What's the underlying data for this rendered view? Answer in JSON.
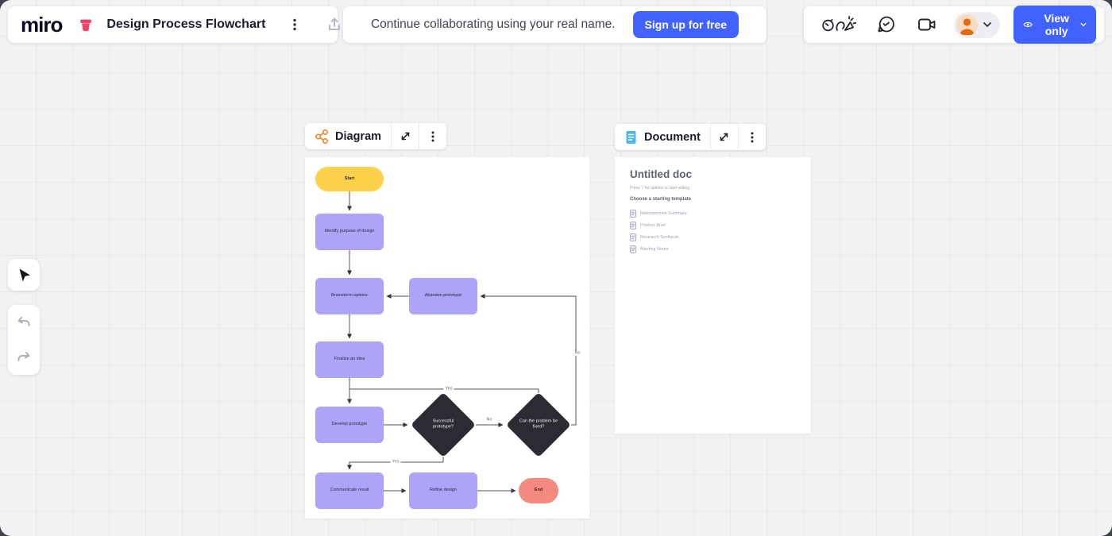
{
  "header": {
    "board": {
      "logo": "miro",
      "title": "Design Process Flowchart",
      "board_icon": "flowerpot-icon",
      "menu_icon": "kebab-menu-icon",
      "export_icon": "upload-icon"
    },
    "banner": {
      "message": "Continue collaborating using your real name.",
      "cta_label": "Sign up for free"
    },
    "actions": {
      "facilitation_icon": "timer-confetti-icon",
      "chat_icon": "chat-bubble-icon",
      "video_icon": "video-camera-icon",
      "avatar_icon": "user-avatar-icon",
      "view_only_label": "View only",
      "view_only_icon": "eye-icon"
    }
  },
  "toolbar": {
    "select_icon": "cursor-icon",
    "undo_icon": "undo-arrow-icon",
    "redo_icon": "redo-arrow-icon"
  },
  "frames": {
    "diagram": {
      "title": "Diagram",
      "frame_icon": "diagram-nodes-icon",
      "expand_icon": "expand-icon",
      "menu_icon": "kebab-menu-icon",
      "nodes": [
        {
          "id": "start",
          "type": "terminator",
          "label": "Start"
        },
        {
          "id": "identify",
          "type": "process",
          "label": "Identify purpose of design"
        },
        {
          "id": "brainstorm",
          "type": "process",
          "label": "Brainstorm options"
        },
        {
          "id": "abandon",
          "type": "process",
          "label": "Abandon prototype"
        },
        {
          "id": "finalize",
          "type": "process",
          "label": "Finalize an idea"
        },
        {
          "id": "develop",
          "type": "process",
          "label": "Develop prototype"
        },
        {
          "id": "successful",
          "type": "decision",
          "label": "Successful prototype?"
        },
        {
          "id": "fixable",
          "type": "decision",
          "label": "Can the problem be fixed?"
        },
        {
          "id": "communicate",
          "type": "process",
          "label": "Communicate result"
        },
        {
          "id": "refine",
          "type": "process",
          "label": "Refine design"
        },
        {
          "id": "end",
          "type": "terminator",
          "label": "End"
        }
      ],
      "edges": [
        {
          "from": "start",
          "to": "identify",
          "label": ""
        },
        {
          "from": "identify",
          "to": "brainstorm",
          "label": ""
        },
        {
          "from": "brainstorm",
          "to": "finalize",
          "label": ""
        },
        {
          "from": "finalize",
          "to": "develop",
          "label": ""
        },
        {
          "from": "develop",
          "to": "successful",
          "label": ""
        },
        {
          "from": "successful",
          "to": "fixable",
          "label": "No"
        },
        {
          "from": "fixable",
          "to": "develop",
          "label": "Yes"
        },
        {
          "from": "fixable",
          "to": "abandon",
          "label": "No"
        },
        {
          "from": "abandon",
          "to": "brainstorm",
          "label": ""
        },
        {
          "from": "successful",
          "to": "communicate",
          "label": "Yes"
        },
        {
          "from": "communicate",
          "to": "refine",
          "label": ""
        },
        {
          "from": "refine",
          "to": "end",
          "label": ""
        }
      ]
    },
    "document": {
      "title": "Document",
      "frame_icon": "document-page-icon",
      "expand_icon": "expand-icon",
      "menu_icon": "kebab-menu-icon",
      "doc_title": "Untitled doc",
      "hint": "Press '/' for options or start writing",
      "templates_heading": "Choose a starting template",
      "template_item_icon": "doc-outline-icon",
      "templates": [
        "Retrospective Summary",
        "Product Brief",
        "Research Synthesis",
        "Meeting Notes"
      ]
    }
  },
  "colors": {
    "accent_blue": "#4262ff",
    "node_purple": "#aba4f8",
    "node_yellow": "#fcd24c",
    "node_dark": "#2b2b33",
    "node_salmon": "#f58a80",
    "connector": "#4d5158",
    "pink_icon": "#ef4568",
    "orange_icon": "#f08a2a",
    "doc_icon_blue": "#4db5e9",
    "avatar_orange": "#e56910",
    "avatar_bg": "#fbdcc0"
  }
}
